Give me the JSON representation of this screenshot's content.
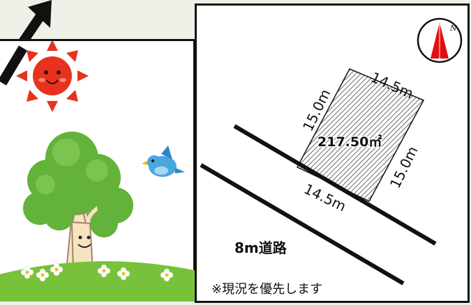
{
  "plan": {
    "area": "217.50㎡",
    "dimensions": {
      "front": "14.5m",
      "back": "14.5m",
      "left": "15.0m",
      "right": "15.0m"
    },
    "road_label": "8m道路",
    "note": "※現況を優先します",
    "compass_letter": "N",
    "colors": {
      "compass": "#e01010",
      "road": "#111111",
      "lot_hatch": "#6a6a6a"
    }
  },
  "illustration": {
    "icons": [
      "sun-icon",
      "tree-icon",
      "bird-icon",
      "grass-icon",
      "flower-icon"
    ],
    "colors": {
      "sun": "#e8321e",
      "foliage": "#63b23a",
      "grass": "#77c23a",
      "bird": "#4aa6de"
    }
  },
  "map": {
    "arrow": "arrow-icon"
  }
}
